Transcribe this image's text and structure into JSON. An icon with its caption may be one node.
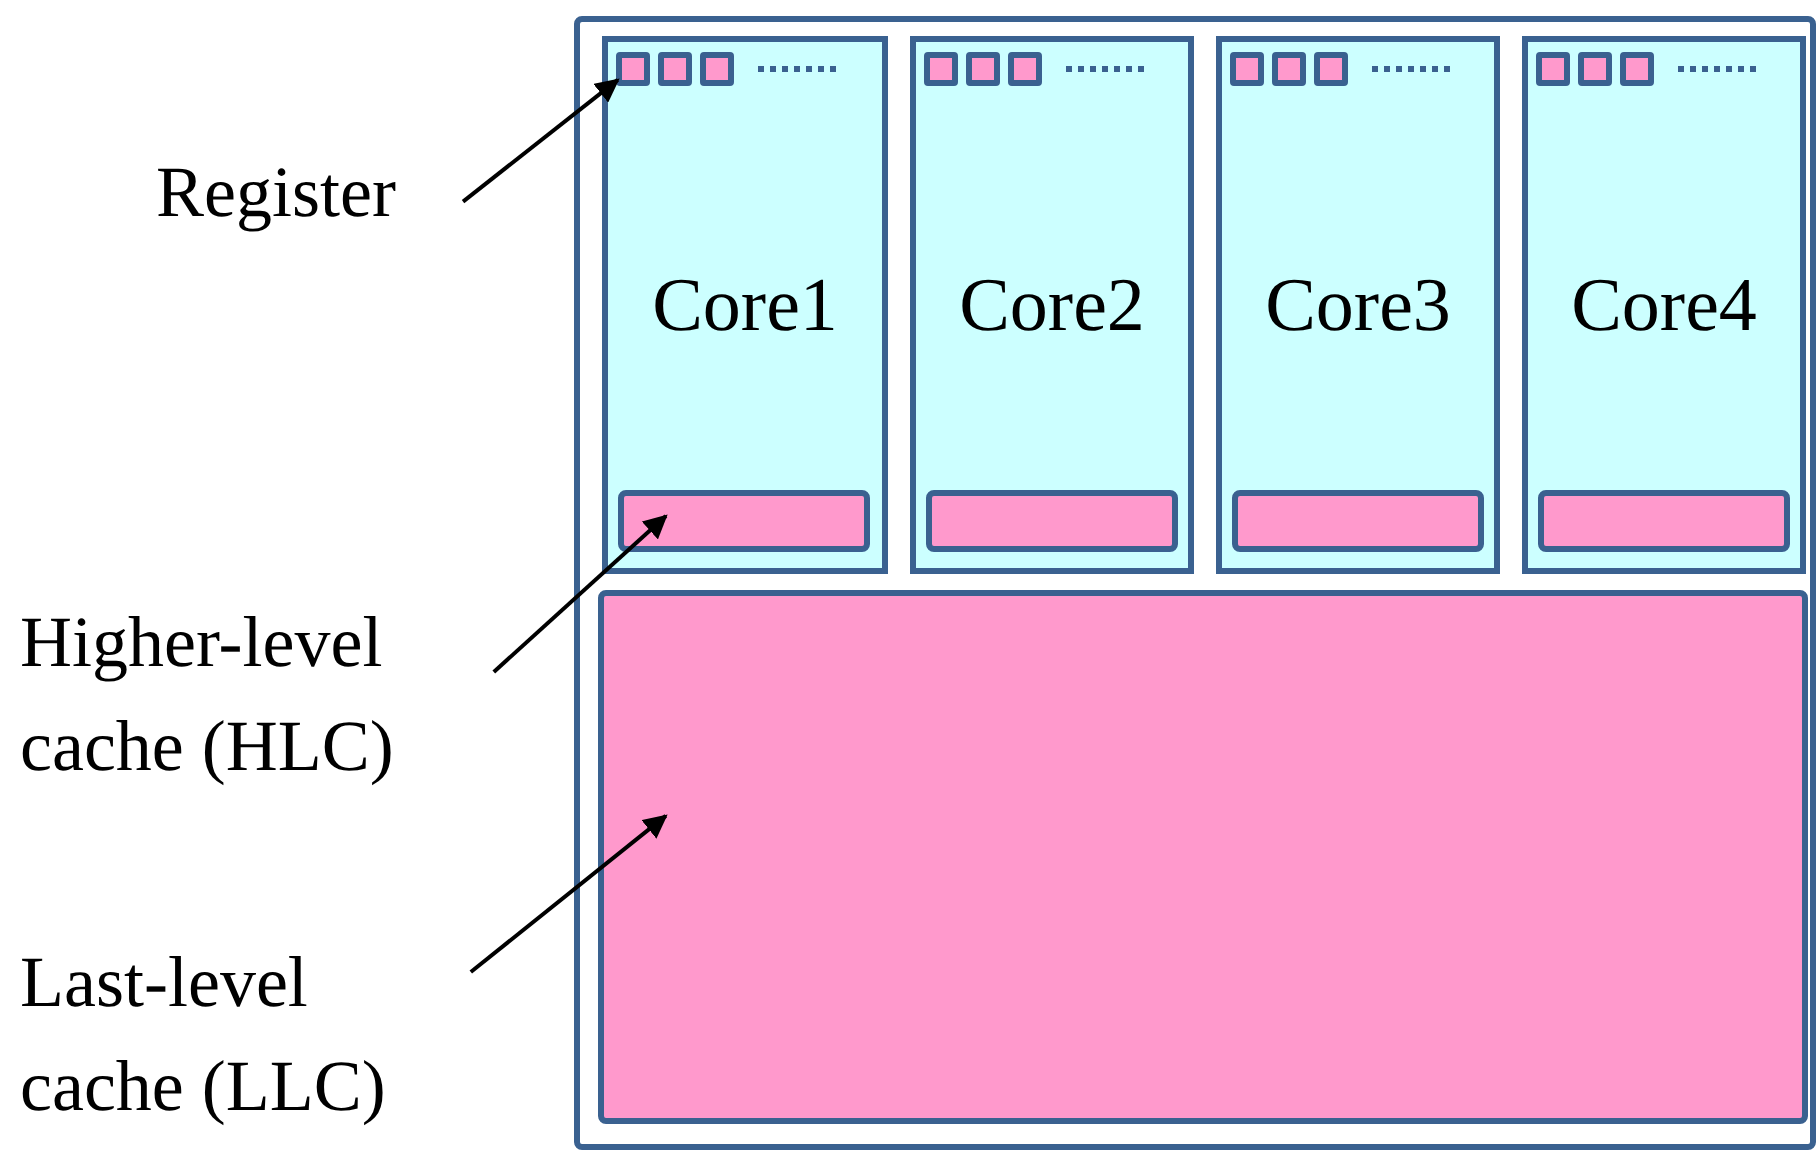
{
  "diagram": {
    "nodes": [
      {
        "text": [],
        "shape": "box"
      },
      {
        "text": [
          "Core1"
        ],
        "in": 0
      },
      {
        "text": [],
        "shape": "box",
        "in": 1
      },
      {
        "text": [
          "Core2"
        ],
        "in": 0
      },
      {
        "text": [],
        "shape": "box",
        "in": 3
      },
      {
        "text": [
          "Core3"
        ],
        "in": 0
      },
      {
        "text": [],
        "shape": "box",
        "in": 5
      },
      {
        "text": [
          "Core4"
        ],
        "in": 0
      },
      {
        "text": [],
        "shape": "box",
        "in": 7
      },
      {
        "text": [],
        "shape": "box",
        "in": 0
      },
      {
        "text": [
          "Register"
        ]
      },
      {
        "text": [
          "Higher-level cache (HLC)"
        ]
      },
      {
        "text": [
          "Last-level cache (LLC)"
        ]
      },
      {
        "text": [],
        "shape": "box",
        "in": 1
      },
      {
        "text": [],
        "shape": "box",
        "in": 1
      },
      {
        "text": [],
        "shape": "box",
        "in": 1
      },
      {
        "text": [],
        "shape": "box",
        "in": 3
      },
      {
        "text": [],
        "shape": "box",
        "in": 3
      },
      {
        "text": [],
        "shape": "box",
        "in": 3
      },
      {
        "text": [],
        "shape": "box",
        "in": 5
      },
      {
        "text": [],
        "shape": "box",
        "in": 5
      },
      {
        "text": [],
        "shape": "box",
        "in": 5
      },
      {
        "text": [],
        "shape": "box",
        "in": 7
      },
      {
        "text": [],
        "shape": "box",
        "in": 7
      },
      {
        "text": [],
        "shape": "box",
        "in": 7
      }
    ],
    "edges": [
      {
        "from": 10,
        "to": 13,
        "arrow": "to"
      },
      {
        "from": 11,
        "to": 2,
        "arrow": "to"
      },
      {
        "from": 12,
        "to": 9,
        "arrow": "to"
      }
    ]
  }
}
